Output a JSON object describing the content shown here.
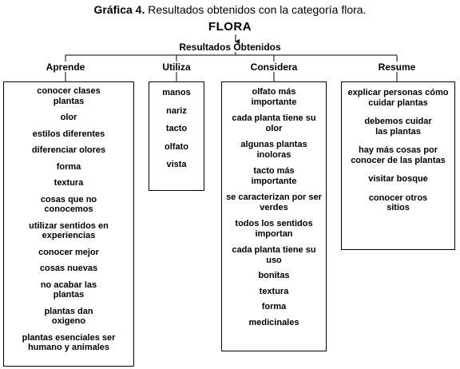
{
  "caption": {
    "label": "Gráfica 4.",
    "text": "Resultados obtenidos con la categoría flora."
  },
  "root": {
    "title": "FLORA",
    "subtitle": "Resultados Obtenidos"
  },
  "branches": [
    {
      "label": "Aprende",
      "items": [
        "conocer clases plantas",
        "olor",
        "estilos diferentes",
        "diferenciar olores",
        "forma",
        "textura",
        "cosas que no conocemos",
        "utilizar sentidos en experiencias",
        "conocer mejor",
        "cosas nuevas",
        "no acabar las plantas",
        "plantas dan oxigeno",
        "plantas esenciales ser humano y animales"
      ]
    },
    {
      "label": "Utiliza",
      "items": [
        "manos",
        "nariz",
        "tacto",
        "olfato",
        "vista"
      ]
    },
    {
      "label": "Considera",
      "items": [
        "olfato más importante",
        "cada planta tiene su olor",
        "algunas plantas inoloras",
        "tacto más importante",
        "se caracterizan por ser verdes",
        "todos los sentidos importan",
        "cada planta tiene su uso",
        "bonitas",
        "textura",
        "forma",
        "medicinales"
      ]
    },
    {
      "label": "Resume",
      "items": [
        "explicar personas cómo cuidar plantas",
        "debemos cuidar las plantas",
        "hay más cosas por conocer de las plantas",
        "visitar bosque",
        "conocer otros sitios"
      ]
    }
  ]
}
